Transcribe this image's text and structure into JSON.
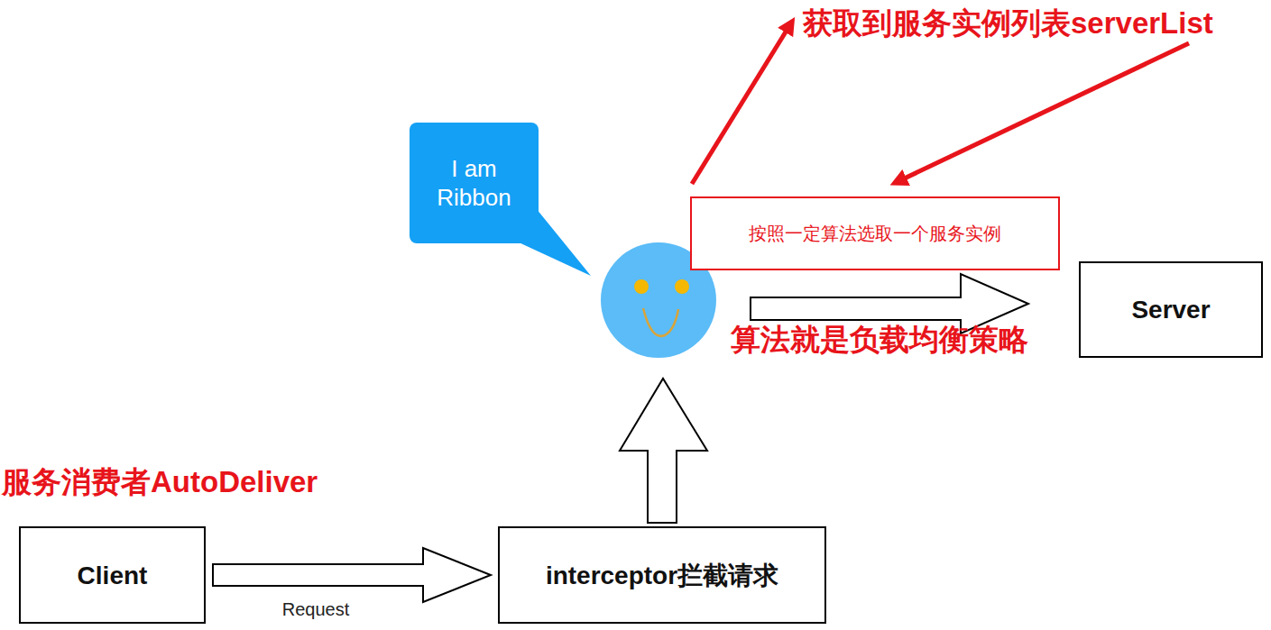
{
  "diagram": {
    "nodes": [
      {
        "text": [
          "Client"
        ]
      },
      {
        "text": [
          "interceptor拦截请求"
        ]
      },
      {
        "text": [
          "I am Ribbon"
        ]
      },
      {
        "text": [
          "按照一定算法选取一个服务实例"
        ]
      },
      {
        "text": [
          "Server"
        ]
      }
    ],
    "edges": [
      {
        "from": 0,
        "to": 1,
        "label": "Request",
        "arrow": "to"
      }
    ],
    "labels": [
      "服务消费者AutoDeliver",
      "获取到服务实例列表serverList",
      "算法就是负载均衡策略"
    ]
  }
}
